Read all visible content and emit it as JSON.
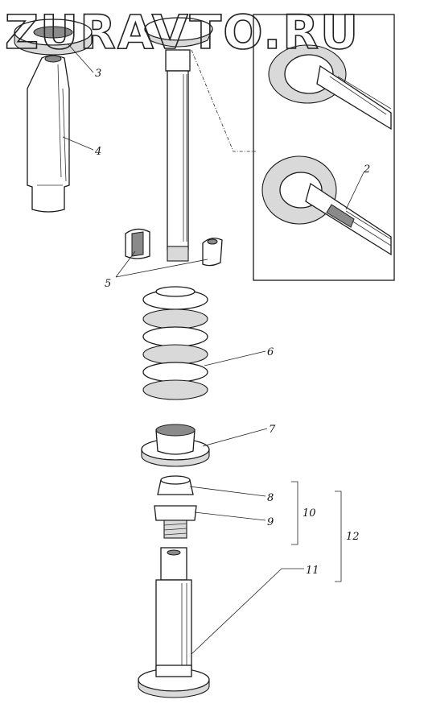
{
  "watermark": "ZURAVTO.RU",
  "callouts": {
    "c2": "2",
    "c3": "3",
    "c4": "4",
    "c5": "5",
    "c6": "6",
    "c7": "7",
    "c8": "8",
    "c9": "9",
    "c10": "10",
    "c11": "11",
    "c12": "12"
  }
}
